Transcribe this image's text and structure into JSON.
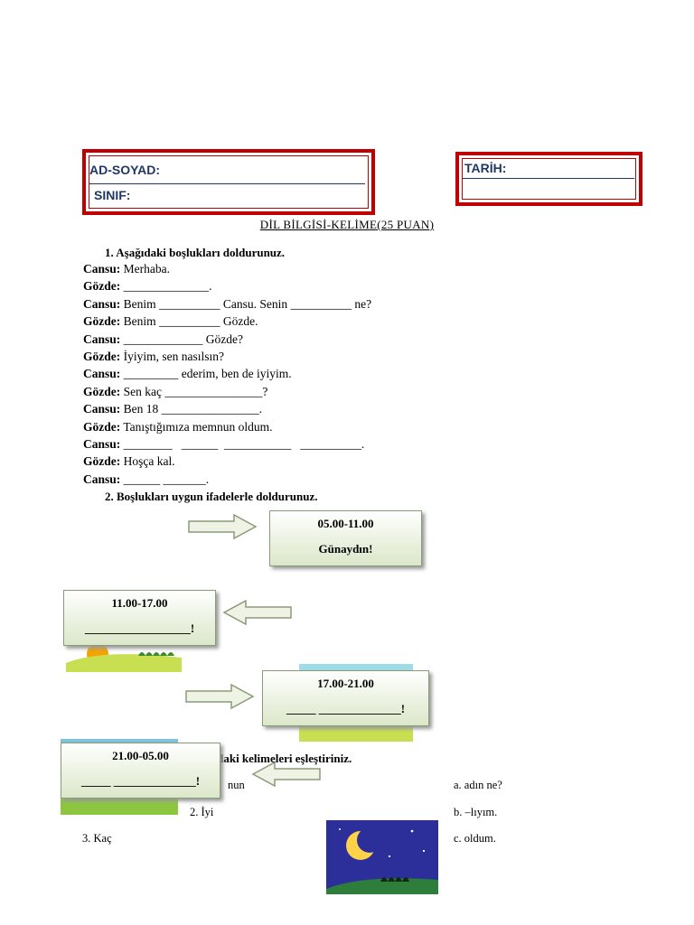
{
  "header": {
    "name_label": "AD-SOYAD:",
    "class_label": "SINIF:",
    "date_label": "TARİH:"
  },
  "title": "DİL BİLGİSİ-KELİME(25 PUAN)",
  "q1": {
    "heading": "1.   Aşağıdaki boşlukları doldurunuz.",
    "lines": [
      {
        "speaker": "Cansu:",
        "text": " Merhaba."
      },
      {
        "speaker": "Gözde:",
        "text": " ______________."
      },
      {
        "speaker": "Cansu:",
        "text": " Benim __________ Cansu. Senin __________ ne?"
      },
      {
        "speaker": "Gözde:",
        "text": " Benim __________ Gözde."
      },
      {
        "speaker": "Cansu:",
        "text": " _____________ Gözde?"
      },
      {
        "speaker": "Gözde:",
        "text": " İyiyim, sen nasılsın?"
      },
      {
        "speaker": "Cansu:",
        "text": " _________ ederim, ben de iyiyim."
      },
      {
        "speaker": "Gözde:",
        "text": " Sen kaç ________________?"
      },
      {
        "speaker": "Cansu:",
        "text": " Ben 18 ________________."
      },
      {
        "speaker": "Gözde:",
        "text": " Tanıştığımıza memnun oldum."
      },
      {
        "speaker": "Cansu:",
        "text": " ________   ______  ___________   __________."
      },
      {
        "speaker": "Gözde:",
        "text": " Hoşça kal."
      },
      {
        "speaker": "Cansu:",
        "text": " ______ _______."
      }
    ]
  },
  "q2": {
    "heading": "2.   Boşlukları uygun ifadelerle doldurunuz.",
    "boxes": [
      {
        "time": "05.00-11.00",
        "answer": "Günaydın!"
      },
      {
        "time": "11.00-17.00",
        "answer": "__________________!"
      },
      {
        "time": "17.00-21.00",
        "answer": "_____ ______________!"
      },
      {
        "time": "21.00-05.00",
        "answer": "_____ ______________!"
      }
    ]
  },
  "q3": {
    "heading_fragment": "ğıdaki kelimeleri eşleştiriniz.",
    "left": [
      "nun",
      "2. İyi",
      "3. Kaç"
    ],
    "right": [
      "a. adın ne?",
      "b. –lıyım.",
      "c. oldum."
    ]
  }
}
